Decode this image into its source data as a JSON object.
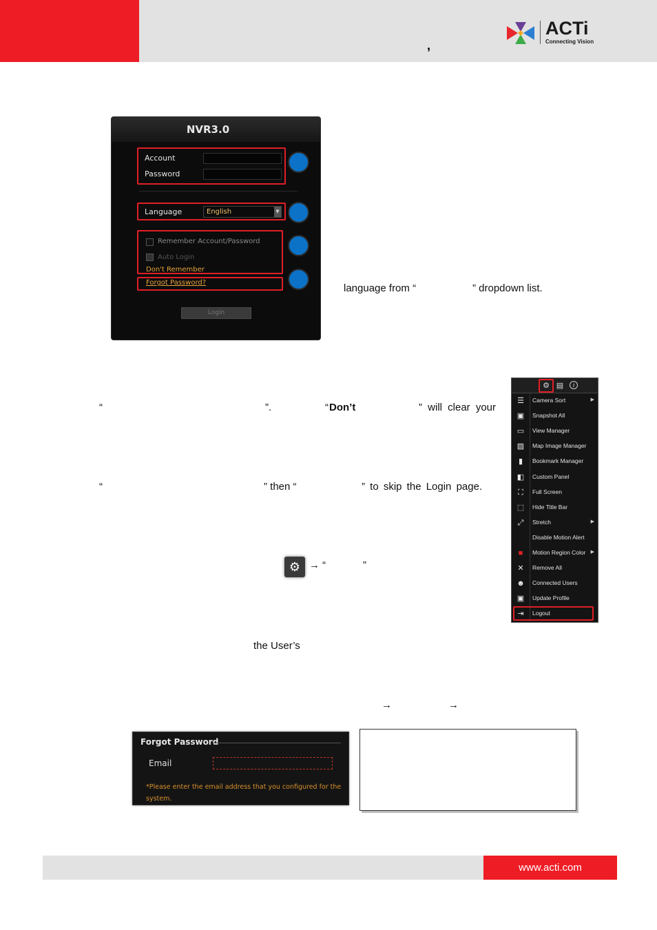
{
  "header": {
    "comma": ",",
    "logo_text": "ACTi",
    "logo_sub": "Connecting Vision"
  },
  "login": {
    "title": "NVR3.0",
    "account_label": "Account",
    "password_label": "Password",
    "language_label": "Language",
    "language_value": "English",
    "remember_label": "Remember Account/Password",
    "auto_login_label": "Auto Login",
    "dont_remember_label": "Don't Remember",
    "forgot_link": "Forgot Password?",
    "login_button": "Login"
  },
  "body": {
    "lang_line_start": "language from “",
    "lang_line_end": "” dropdown list.",
    "remember_q_open": "“",
    "remember_q_close": "”.",
    "dont_open": "“",
    "dont_bold": "Don’t",
    "dont_rest": "” will clear your",
    "auto_q_open": "“",
    "auto_then": "” then “",
    "auto_rest": "” to skip the Login page.",
    "gear_arrow": "→ “",
    "gear_close": "”",
    "users_text": "the User’s",
    "arrow1": "→",
    "arrow2": "→"
  },
  "menu": {
    "items": [
      {
        "icon": "list-icon",
        "glyph": "☰",
        "label": "Camera Sort",
        "submenu": true
      },
      {
        "icon": "camera-icon",
        "glyph": "▣",
        "label": "Snapshot All",
        "submenu": false
      },
      {
        "icon": "window-icon",
        "glyph": "▭",
        "label": "View Manager",
        "submenu": false
      },
      {
        "icon": "image-icon",
        "glyph": "▨",
        "label": "Map Image Manager",
        "submenu": false
      },
      {
        "icon": "bookmark-icon",
        "glyph": "▮",
        "label": "Bookmark Manager",
        "submenu": false
      },
      {
        "icon": "panel-icon",
        "glyph": "◧",
        "label": "Custom Panel",
        "submenu": false
      },
      {
        "icon": "fullscreen-icon",
        "glyph": "⛶",
        "label": "Full Screen",
        "submenu": false
      },
      {
        "icon": "titlebar-icon",
        "glyph": "⬚",
        "label": "Hide Title Bar",
        "submenu": false
      },
      {
        "icon": "stretch-icon",
        "glyph": "⤢",
        "label": "Stretch",
        "submenu": true
      },
      {
        "icon": "",
        "glyph": "",
        "label": "Disable Motion Alert",
        "submenu": false
      },
      {
        "icon": "color-icon",
        "glyph": "■",
        "label": "Motion Region Color",
        "submenu": true
      },
      {
        "icon": "close-icon",
        "glyph": "✕",
        "label": "Remove All",
        "submenu": false
      },
      {
        "icon": "users-icon",
        "glyph": "☻",
        "label": "Connected Users",
        "submenu": false
      },
      {
        "icon": "lock-icon",
        "glyph": "▣",
        "label": "Update Profile",
        "submenu": false
      },
      {
        "icon": "logout-icon",
        "glyph": "⇥",
        "label": "Logout",
        "submenu": false
      }
    ]
  },
  "forgot": {
    "title": "Forgot Password",
    "email_label": "Email",
    "note": "*Please enter the email address that you configured for the system."
  },
  "footer": {
    "url": "www.acti.com"
  },
  "colors": {
    "brand_red": "#ee1c25",
    "callout_blue": "#0b72c7",
    "highlight_red": "#e21f26"
  }
}
